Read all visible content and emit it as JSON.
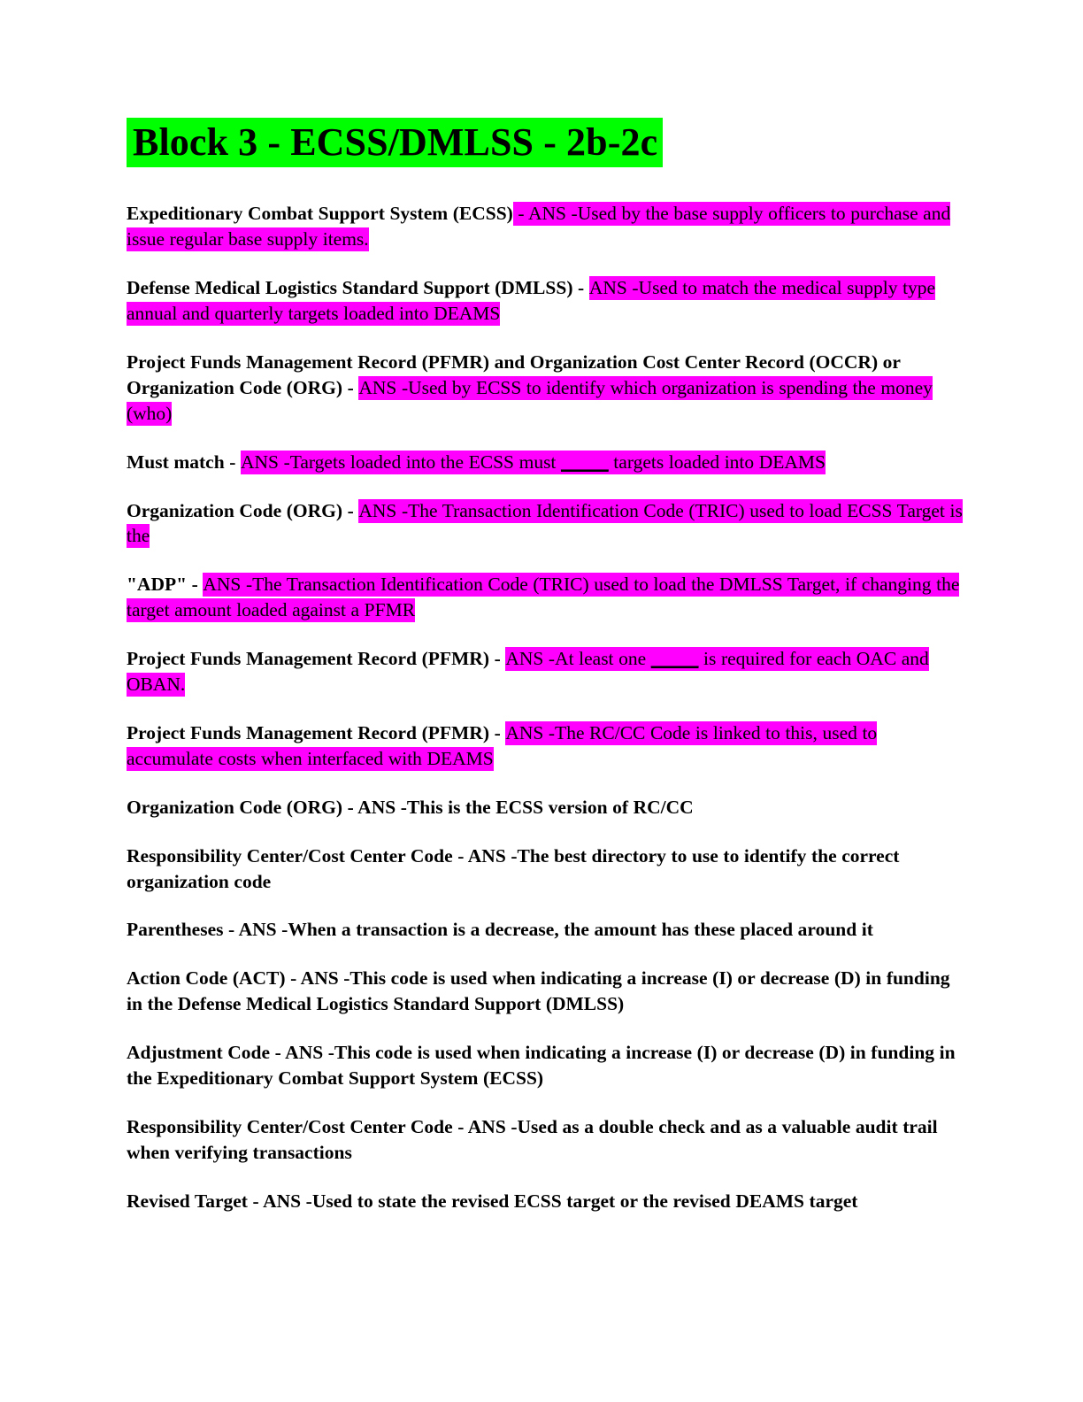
{
  "document": {
    "title": "Block 3 - ECSS/DMLSS - 2b-2c",
    "title_highlight_color": "#00ff00",
    "answer_highlight_color": "#ff00ff",
    "entries": [
      {
        "term": "Expeditionary Combat Support System (ECSS)",
        "separator": "",
        "answer": " - ANS -Used by the base supply officers to purchase and issue regular base supply items.",
        "highlighted": true
      },
      {
        "term": "Defense Medical Logistics Standard Support (DMLSS) - ",
        "separator": "",
        "answer": "ANS -Used to match the medical supply type annual and quarterly targets loaded into DEAMS",
        "highlighted": true
      },
      {
        "term": "Project Funds Management Record (PFMR) and Organization Cost Center Record (OCCR) or Organization Code (ORG) - ",
        "separator": "",
        "answer": "ANS -Used by ECSS to identify which organization is spending the money (who)",
        "highlighted": true
      },
      {
        "term": "Must match - ",
        "separator": "",
        "answer": "ANS -Targets loaded into the ECSS must _____ targets loaded into DEAMS",
        "highlighted": true
      },
      {
        "term": "Organization Code (ORG) - ",
        "separator": "",
        "answer": "ANS -The Transaction Identification Code (TRIC) used to load ECSS Target is the",
        "highlighted": true
      },
      {
        "term": "\"ADP\" - ",
        "separator": "",
        "answer": "ANS -The Transaction Identification Code (TRIC) used to load the DMLSS Target, if changing the target amount loaded against a PFMR",
        "highlighted": true
      },
      {
        "term": "Project Funds Management Record (PFMR) - ",
        "separator": "",
        "answer": "ANS -At least one _____ is required for each OAC and OBAN.",
        "highlighted": true
      },
      {
        "term": "Project Funds Management Record (PFMR) - ",
        "separator": "",
        "answer": "ANS -The RC/CC Code is linked to this, used to accumulate costs when interfaced with DEAMS",
        "highlighted": true
      },
      {
        "term": "Organization Code (ORG) - ANS -This is the ECSS version of RC/CC",
        "separator": "",
        "answer": "",
        "highlighted": false
      },
      {
        "term": "Responsibility Center/Cost Center Code - ANS -The best directory to use to identify the correct organization code",
        "separator": "",
        "answer": "",
        "highlighted": false
      },
      {
        "term": "Parentheses - ANS -When a transaction is a decrease, the amount has these placed around it",
        "separator": "",
        "answer": "",
        "highlighted": false
      },
      {
        "term": "Action Code (ACT) - ANS -This code is used when indicating a increase (I) or decrease (D) in funding in the Defense Medical Logistics Standard Support (DMLSS)",
        "separator": "",
        "answer": "",
        "highlighted": false
      },
      {
        "term": "Adjustment Code - ANS -This code is used when indicating a increase (I) or decrease (D) in funding in the Expeditionary Combat Support System (ECSS)",
        "separator": "",
        "answer": "",
        "highlighted": false
      },
      {
        "term": "Responsibility Center/Cost Center Code - ANS -Used as a double check and as a valuable audit trail when verifying transactions",
        "separator": "",
        "answer": "",
        "highlighted": false
      },
      {
        "term": "Revised Target - ANS -Used to state the revised ECSS target or the revised DEAMS target",
        "separator": "",
        "answer": "",
        "highlighted": false
      }
    ]
  }
}
